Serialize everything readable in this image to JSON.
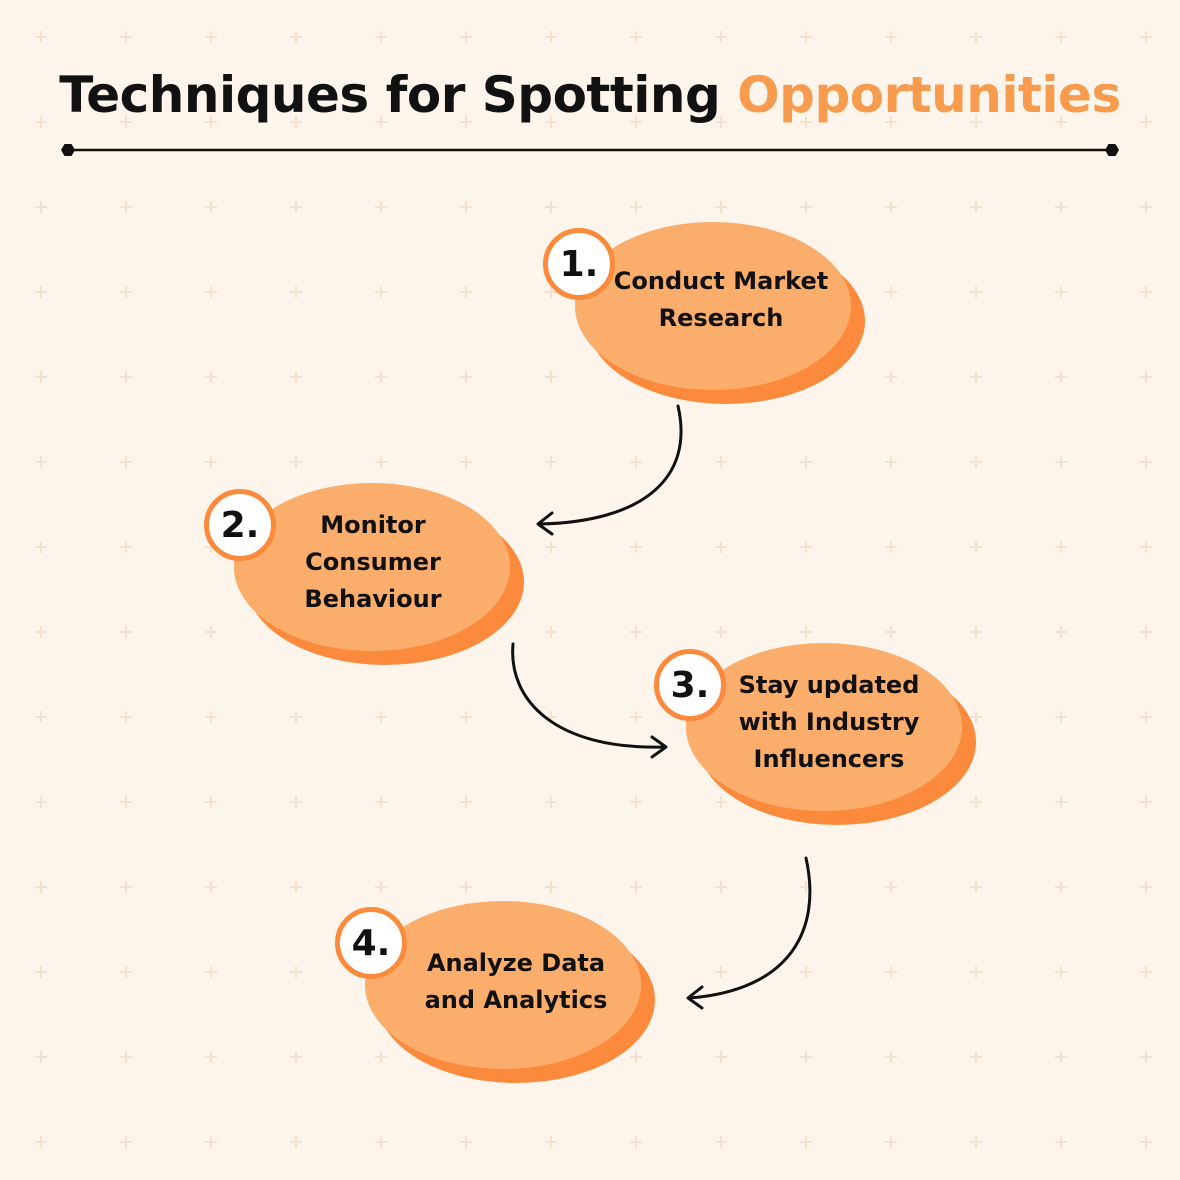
{
  "title": {
    "main": "Techniques for Spotting",
    "accent": "Opportunities"
  },
  "colors": {
    "background": "#fdf5ec",
    "accent": "#f79b4f",
    "blob_fill": "#fbad6c",
    "blob_shadow": "#fb8a3c",
    "badge_border": "#fb8a3c",
    "text": "#111111"
  },
  "steps": [
    {
      "number": "1.",
      "label": "Conduct Market Research"
    },
    {
      "number": "2.",
      "label": "Monitor Consumer Behaviour"
    },
    {
      "number": "3.",
      "label": "Stay updated with Industry Influencers"
    },
    {
      "number": "4.",
      "label": "Analyze Data and Analytics"
    }
  ]
}
